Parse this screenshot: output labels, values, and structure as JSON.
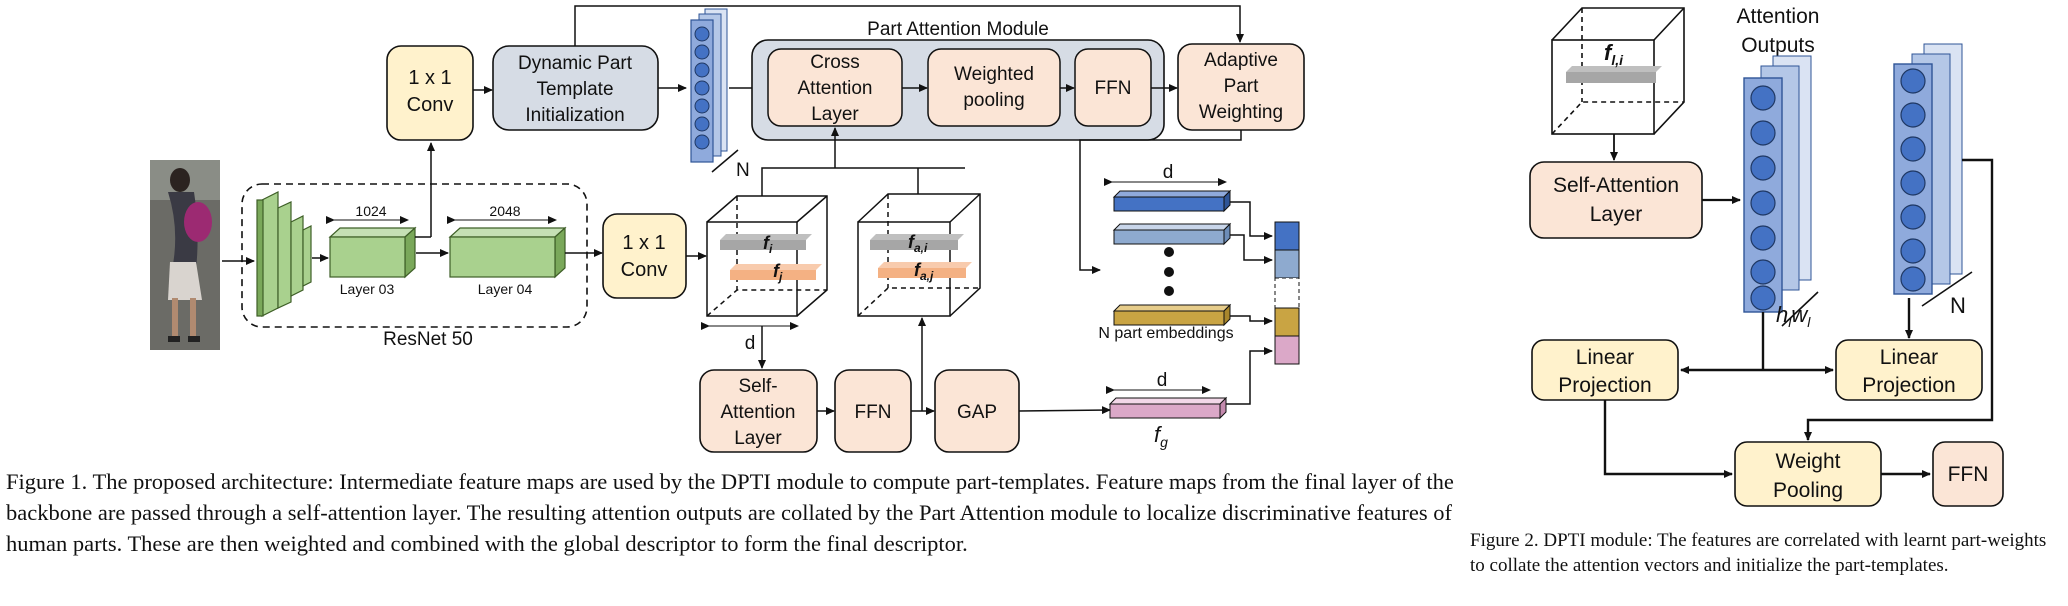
{
  "figure1": {
    "caption": "Figure 1. The proposed architecture: Intermediate feature maps are used by the DPTI module to compute part-templates. Feature maps from the final layer of the backbone are passed through a self-attention layer. The resulting attention outputs are collated by the Part Attention module to localize discriminative features of human parts. These are then weighted and combined with the global descriptor to form the final descriptor.",
    "backbone": {
      "label": "ResNet 50",
      "layer3_label": "Layer 03",
      "layer4_label": "Layer 04",
      "layer3_dim": "1024",
      "layer4_dim": "2048"
    },
    "conv_top": [
      "1 x 1",
      "Conv"
    ],
    "conv_mid": [
      "1 x 1",
      "Conv"
    ],
    "dpti": [
      "Dynamic Part",
      "Template",
      "Initialization"
    ],
    "templates_count_label": "N",
    "part_attention_module": {
      "title": "Part Attention Module",
      "cross_attention": [
        "Cross",
        "Attention",
        "Layer"
      ],
      "weighted_pooling": [
        "Weighted",
        "pooling"
      ],
      "ffn": "FFN"
    },
    "adaptive": [
      "Adaptive",
      "Part",
      "Weighting"
    ],
    "features": {
      "f_i": "f",
      "f_i_sub": "i",
      "f_j": "f",
      "f_j_sub": "j",
      "f_ai": "f",
      "f_ai_sub": "a,i",
      "f_aj": "f",
      "f_aj_sub": "a,j",
      "dim_label": "d"
    },
    "self_attention": [
      "Self-",
      "Attention",
      "Layer"
    ],
    "ffn_bottom": "FFN",
    "gap": "GAP",
    "embeddings": {
      "d_label": "d",
      "caption": "N part embeddings"
    },
    "global": {
      "d_label": "d",
      "symbol": "f",
      "sub": "g"
    },
    "colors": {
      "blue": "#4472c4",
      "light_blue": "#8eaacf",
      "gold": "#c9a443",
      "pink": "#dba8c8",
      "green": "#a9d18e",
      "green_dark": "#548235",
      "yellow_box": "#fff2cc",
      "peach_box": "#fbe5d6",
      "grey_box": "#d6dce5"
    }
  },
  "figure2": {
    "caption": "Figure 2. DPTI module: The features are correlated with learnt part-weights to collate the attention vectors and initialize the part-templates.",
    "input_symbol": "f",
    "input_sub": "l,i",
    "self_attention": [
      "Self-Attention",
      "Layer"
    ],
    "attention_outputs": [
      "Attention",
      "Outputs"
    ],
    "attention_dim_symbol": "h",
    "attention_dim_sub1": "l",
    "attention_dim_mid": "w",
    "attention_dim_sub2": "l",
    "templates_label": "N",
    "linear_projection_left": [
      "Linear",
      "Projection"
    ],
    "linear_projection_right": [
      "Linear",
      "Projection"
    ],
    "weight_pooling": [
      "Weight",
      "Pooling"
    ],
    "ffn": "FFN"
  }
}
